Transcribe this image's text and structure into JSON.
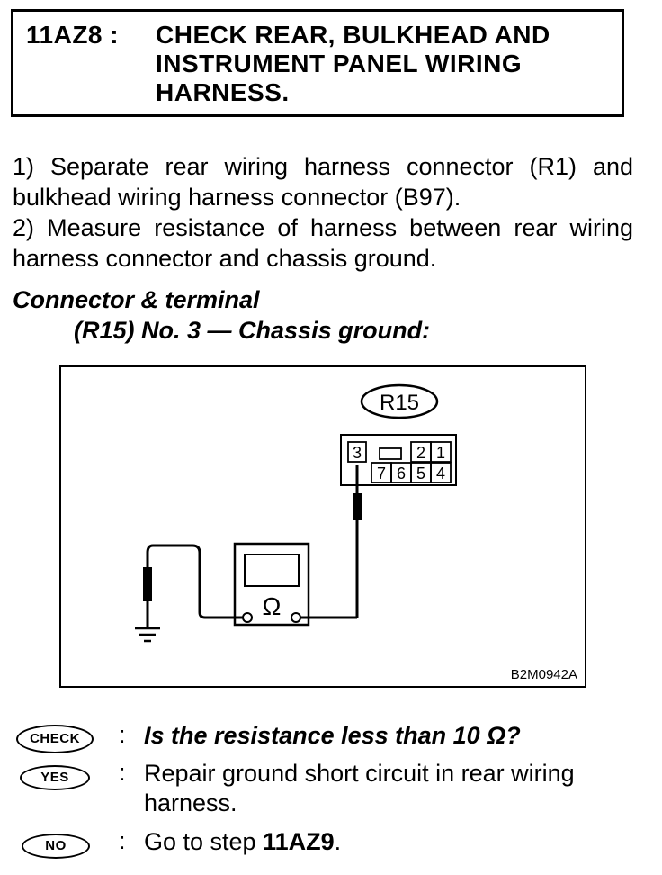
{
  "header": {
    "step_id": "11AZ8 :",
    "title": "CHECK REAR, BULKHEAD AND INSTRUMENT PANEL WIRING HARNESS."
  },
  "procedure": [
    "1) Separate rear wiring harness connector (R1) and bulkhead wiring harness connector (B97).",
    "2) Measure resistance of harness between rear wiring harness connector and chassis ground."
  ],
  "spec": {
    "label": "Connector & terminal",
    "value": "(R15) No. 3 — Chassis ground:"
  },
  "figure": {
    "connector_label": "R15",
    "terminals_top": [
      "3",
      "2",
      "1"
    ],
    "terminals_bottom": [
      "7",
      "6",
      "5",
      "4"
    ],
    "meter_symbol": "Ω",
    "code": "B2M0942A"
  },
  "qa": {
    "check": {
      "badge": "CHECK",
      "colon": ":",
      "text": "Is the resistance less than 10 Ω?"
    },
    "yes": {
      "badge": "YES",
      "colon": ":",
      "text": "Repair ground short circuit in rear wiring harness."
    },
    "no": {
      "badge": "NO",
      "colon": ":",
      "text_prefix": "Go to step ",
      "text_step": "11AZ9",
      "text_suffix": "."
    }
  }
}
